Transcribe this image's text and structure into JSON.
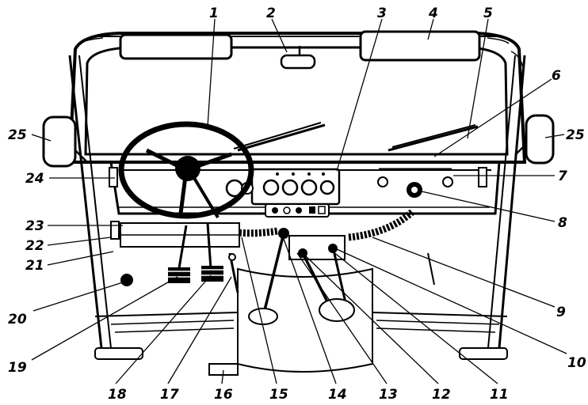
{
  "callouts": {
    "c1": "1",
    "c2": "2",
    "c3": "3",
    "c4": "4",
    "c5": "5",
    "c6": "6",
    "c7": "7",
    "c8": "8",
    "c9": "9",
    "c10": "10",
    "c11": "11",
    "c12": "12",
    "c13": "13",
    "c14": "14",
    "c15": "15",
    "c16": "16",
    "c17": "17",
    "c18": "18",
    "c19": "19",
    "c20": "20",
    "c21": "21",
    "c22": "22",
    "c23": "23",
    "c24": "24",
    "c25_left": "25",
    "c25_right": "25"
  },
  "colors": {
    "ink": "#000000",
    "paper": "#ffffff"
  }
}
